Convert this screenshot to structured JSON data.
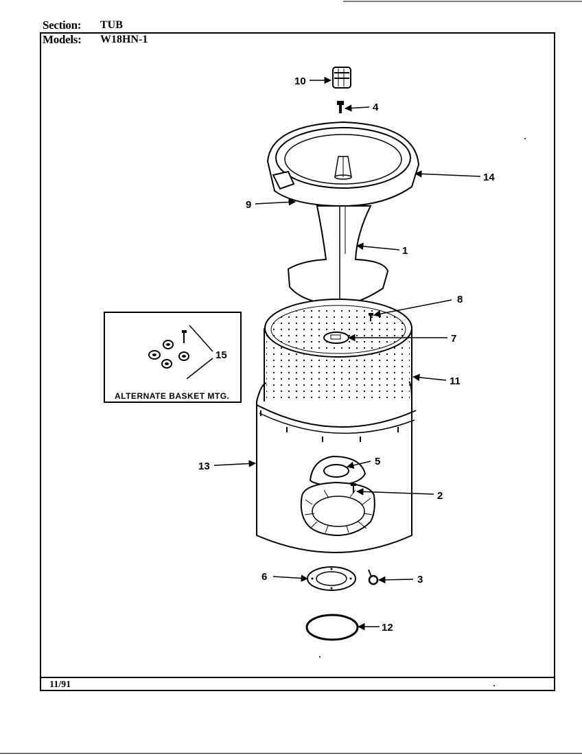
{
  "header": {
    "section_label": "Section:",
    "section_value": "TUB",
    "models_label": "Models:",
    "models_value": "W18HN-1"
  },
  "footer": {
    "date": "11/91"
  },
  "callouts": {
    "c1": "1",
    "c2": "2",
    "c3": "3",
    "c4": "4",
    "c5": "5",
    "c6": "6",
    "c7": "7",
    "c8": "8",
    "c9": "9",
    "c10": "10",
    "c11": "11",
    "c12": "12",
    "c13": "13",
    "c14": "14",
    "c15": "15"
  },
  "inset": {
    "caption": "ALTERNATE BASKET MTG."
  }
}
